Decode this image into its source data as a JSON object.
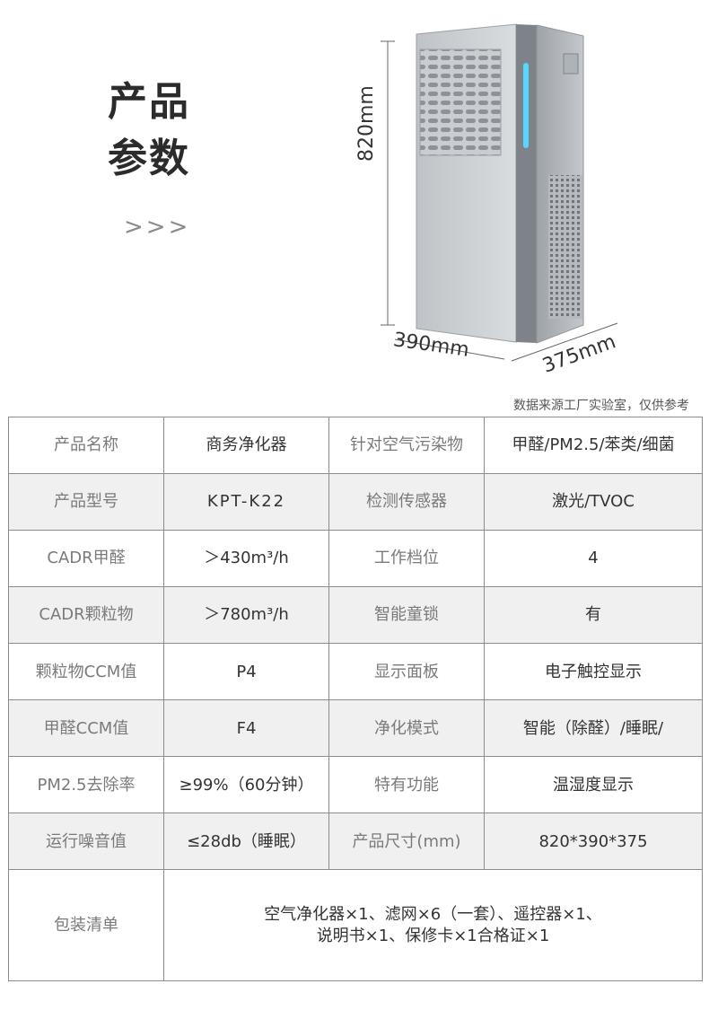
{
  "heading": {
    "line1": "产品",
    "line2": "参数",
    "arrows": ">>>"
  },
  "dimensions": {
    "height": "820mm",
    "width": "390mm",
    "depth": "375mm"
  },
  "source_note": "数据来源工厂实验室，仅供参考",
  "rows": [
    {
      "l1": "产品名称",
      "v1": "商务净化器",
      "l2": "针对空气污染物",
      "v2": "甲醛/PM2.5/苯类/细菌"
    },
    {
      "l1": "产品型号",
      "v1": "KPT-K22",
      "l2": "检测传感器",
      "v2": "激光/TVOC"
    },
    {
      "l1": "CADR甲醛",
      "v1": "＞430m³/h",
      "l2": "工作档位",
      "v2": "4"
    },
    {
      "l1": "CADR颗粒物",
      "v1": "＞780m³/h",
      "l2": "智能童锁",
      "v2": "有"
    },
    {
      "l1": "颗粒物CCM值",
      "v1": "P4",
      "l2": "显示面板",
      "v2": "电子触控显示"
    },
    {
      "l1": "甲醛CCM值",
      "v1": "F4",
      "l2": "净化模式",
      "v2": "智能（除醛）/睡眠/"
    },
    {
      "l1": "PM2.5去除率",
      "v1": "≥99%（60分钟）",
      "l2": "特有功能",
      "v2": "温湿度显示"
    },
    {
      "l1": "运行噪音值",
      "v1": "≤28db（睡眠）",
      "l2": "产品尺寸(mm)",
      "v2": "820*390*375"
    }
  ],
  "package": {
    "label": "包装清单",
    "value": "空气净化器×1、滤网×6（一套）、遥控器×1、\n说明书×1、保修卡×1合格证×1"
  }
}
